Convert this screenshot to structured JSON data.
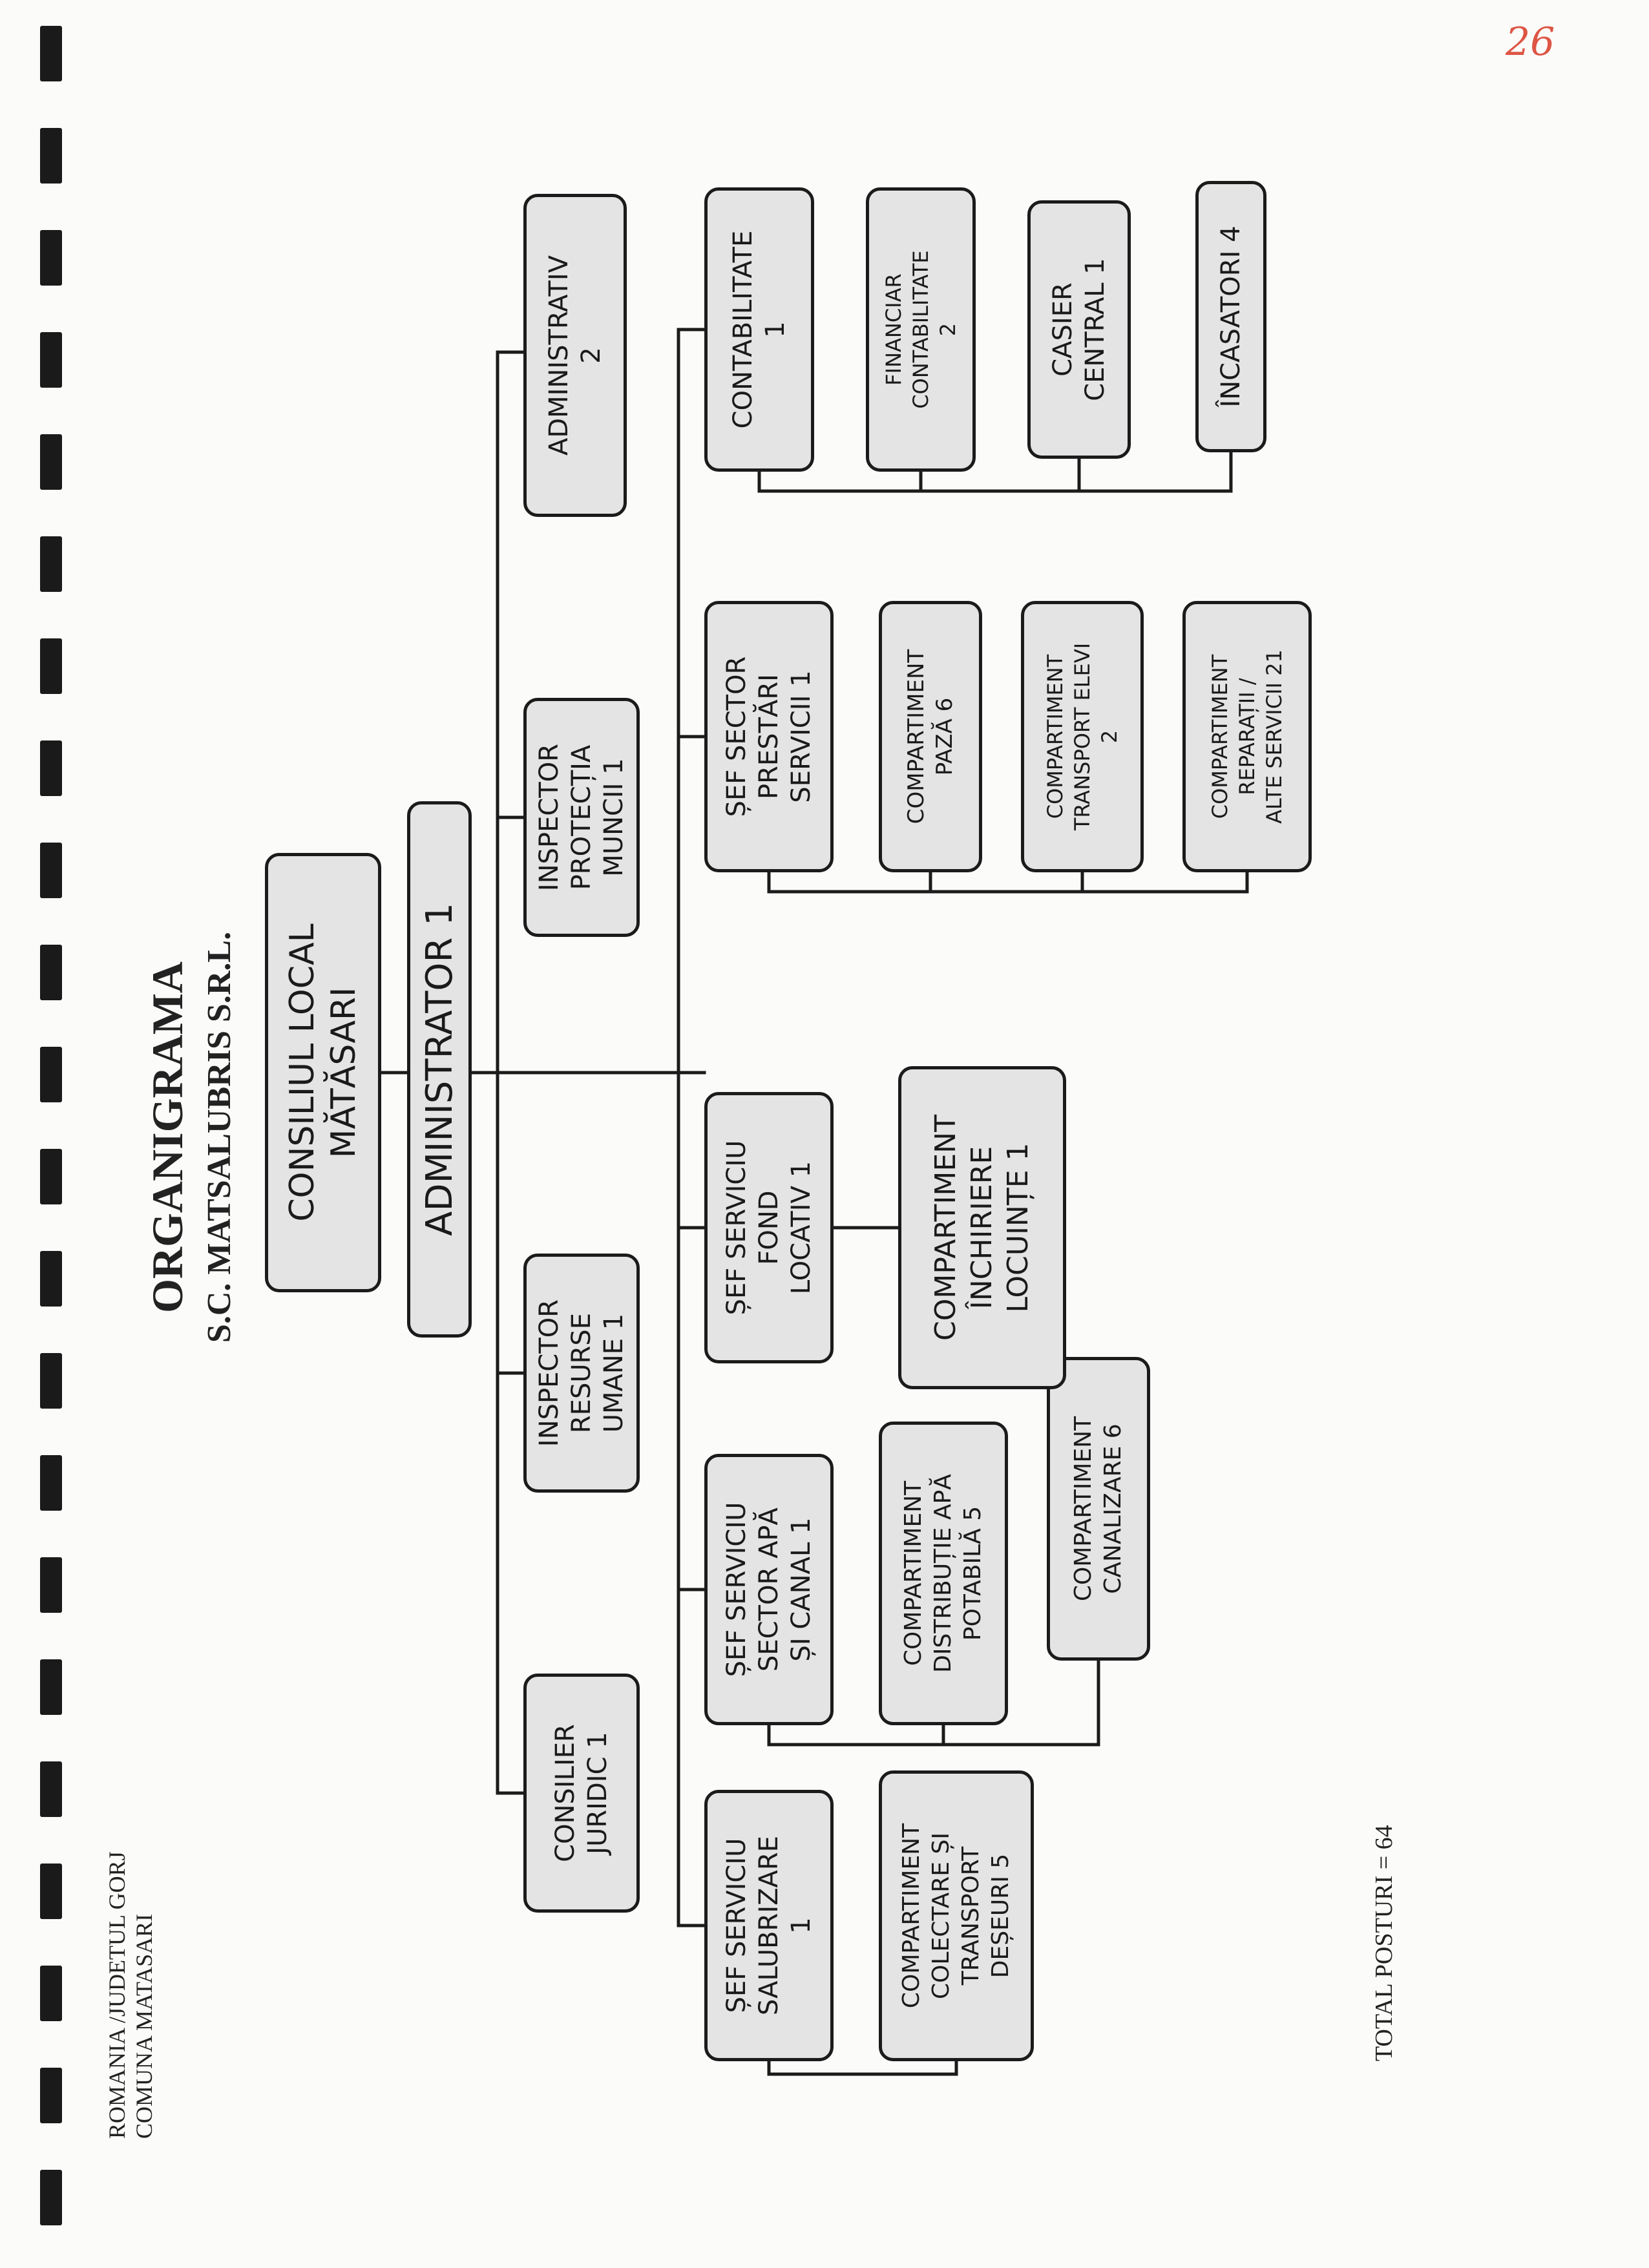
{
  "header": {
    "line1": "ROMANIA /JUDETUL GORJ",
    "line2": "COMUNA MATASARI"
  },
  "page_number": "26",
  "title": {
    "main": "ORGANIGRAMA",
    "sub": "S.C. MATSALUBRIS S.R.L."
  },
  "nodes": {
    "consiliu": "CONSILIUL LOCAL\nMĂTĂSARI",
    "administrator": "ADMINISTRATOR 1",
    "consilier_juridic": "CONSILIER\nJURIDIC 1",
    "inspector_resurse": "INSPECTOR\nRESURSE\nUMANE 1",
    "inspector_protectia": "INSPECTOR\nPROTECȚIA\nMUNCII 1",
    "administrativ": "ADMINISTRATIV\n2",
    "sef_salubrizare": "ȘEF SERVICIU\nSALUBRIZARE\n1",
    "comp_colectare": "COMPARTIMENT\nCOLECTARE ȘI\nTRANSPORT\nDEȘEURI 5",
    "sef_apa": "ȘEF SERVICIU\nSECTOR APĂ\nȘI CANAL 1",
    "comp_distributie": "COMPARTIMENT\nDISTRIBUȚIE APĂ\nPOTABILĂ 5",
    "comp_canalizare": "COMPARTIMENT\nCANALIZARE 6",
    "sef_fond": "ȘEF SERVICIU\nFOND\nLOCATIV 1",
    "comp_inchiriere": "COMPARTIMENT\nÎNCHIRIERE\nLOCUINȚE 1",
    "sef_prestari": "ȘEF SECTOR\nPRESTĂRI\nSERVICII 1",
    "comp_paza": "COMPARTIMENT\nPAZĂ 6",
    "comp_transport_elevi": "COMPARTIMENT\nTRANSPORT ELEVI\n2",
    "comp_reparatii": "COMPARTIMENT\nREPARAȚII /\nALTE SERVICII 21",
    "contabilitate": "CONTABILITATE\n1",
    "financiar": "FINANCIAR\nCONTABILITATE\n2",
    "casier": "CASIER\nCENTRAL 1",
    "incasatori": "ÎNCASATORI 4"
  },
  "footer": {
    "total": "TOTAL POSTURI  = 64"
  }
}
